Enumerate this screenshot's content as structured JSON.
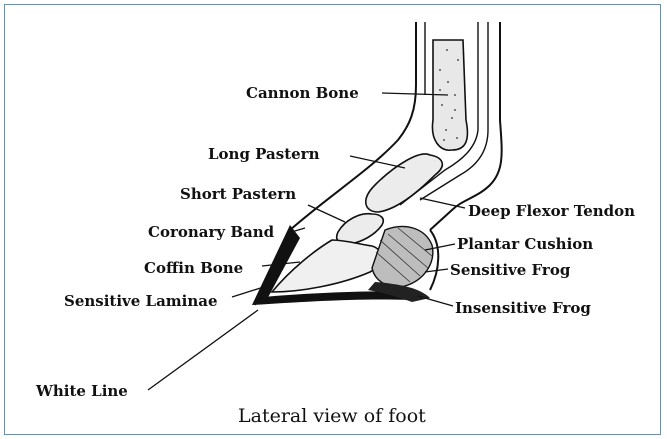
{
  "labels": {
    "cannon_bone": "Cannon Bone",
    "long_pastern": "Long Pastern",
    "short_pastern": "Short Pastern",
    "coronary_band": "Coronary Band",
    "coffin_bone": "Coffin Bone",
    "sensitive_laminae": "Sensitive Laminae",
    "white_line": "White Line",
    "deep_flexor_tendon": "Deep Flexor Tendon",
    "plantar_cushion": "Plantar Cushion",
    "sensitive_frog": "Sensitive Frog",
    "insensitive_frog": "Insensitive Frog"
  },
  "caption": "Lateral view of foot",
  "colors": {
    "ink": "#111111",
    "frame_border": "#6d8fa8",
    "background": "#ffffff"
  }
}
